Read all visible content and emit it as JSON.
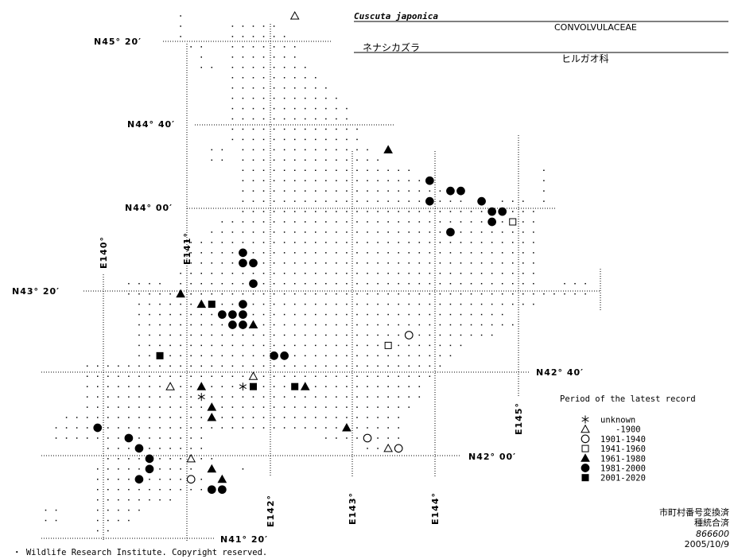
{
  "title": {
    "scientific_name": "Cuscuta japonica",
    "family": "CONVOLVULACEAE",
    "japanese_name": "ネナシカズラ",
    "japanese_family": "ヒルガオ科"
  },
  "latitude_labels": [
    "N45° 20′",
    "N44° 40′",
    "N44° 00′",
    "N43° 20′",
    "N42° 40′",
    "N42° 00′",
    "N41° 20′"
  ],
  "longitude_labels": [
    "E140°",
    "E141°",
    "E142°",
    "E143°",
    "E144°",
    "E145°"
  ],
  "legend": {
    "title": "Period of the latest record",
    "items": [
      {
        "symbol": "asterisk",
        "label": "unknown"
      },
      {
        "symbol": "open-triangle",
        "label": "-1900"
      },
      {
        "symbol": "open-circle",
        "label": "1901-1940"
      },
      {
        "symbol": "open-square",
        "label": "1941-1960"
      },
      {
        "symbol": "filled-triangle",
        "label": "1961-1980"
      },
      {
        "symbol": "filled-circle",
        "label": "1981-2000"
      },
      {
        "symbol": "filled-square",
        "label": "2001-2020"
      }
    ]
  },
  "stamp": {
    "line1": "市町村番号変換済",
    "line2": "種統合済",
    "code": "866600",
    "date": "2005/10/9"
  },
  "copyright": "・ Wildlife Research Institute. Copyright reserved.",
  "records": [
    {
      "symbol": "open-triangle",
      "grid": [
        24,
        0
      ]
    },
    {
      "symbol": "filled-triangle",
      "grid": [
        33,
        13
      ]
    },
    {
      "symbol": "filled-circle",
      "grid": [
        37,
        16
      ]
    },
    {
      "symbol": "filled-circle",
      "grid": [
        39,
        17
      ]
    },
    {
      "symbol": "filled-circle",
      "grid": [
        40,
        17
      ]
    },
    {
      "symbol": "filled-circle",
      "grid": [
        37,
        18
      ]
    },
    {
      "symbol": "filled-circle",
      "grid": [
        42,
        18
      ]
    },
    {
      "symbol": "filled-circle",
      "grid": [
        43,
        19
      ]
    },
    {
      "symbol": "filled-circle",
      "grid": [
        44,
        19
      ]
    },
    {
      "symbol": "filled-circle",
      "grid": [
        43,
        20
      ]
    },
    {
      "symbol": "open-square",
      "grid": [
        45,
        20
      ]
    },
    {
      "symbol": "filled-circle",
      "grid": [
        39,
        21
      ]
    },
    {
      "symbol": "filled-circle",
      "grid": [
        19,
        23
      ]
    },
    {
      "symbol": "filled-circle",
      "grid": [
        19,
        24
      ]
    },
    {
      "symbol": "filled-circle",
      "grid": [
        20,
        24
      ]
    },
    {
      "symbol": "filled-circle",
      "grid": [
        20,
        26
      ]
    },
    {
      "symbol": "filled-triangle",
      "grid": [
        13,
        27
      ]
    },
    {
      "symbol": "filled-triangle",
      "grid": [
        15,
        28
      ]
    },
    {
      "symbol": "filled-square",
      "grid": [
        16,
        28
      ]
    },
    {
      "symbol": "filled-circle",
      "grid": [
        19,
        28
      ]
    },
    {
      "symbol": "filled-circle",
      "grid": [
        17,
        29
      ]
    },
    {
      "symbol": "filled-circle",
      "grid": [
        18,
        29
      ]
    },
    {
      "symbol": "filled-circle",
      "grid": [
        19,
        29
      ]
    },
    {
      "symbol": "filled-circle",
      "grid": [
        18,
        30
      ]
    },
    {
      "symbol": "filled-circle",
      "grid": [
        19,
        30
      ]
    },
    {
      "symbol": "filled-triangle",
      "grid": [
        20,
        30
      ]
    },
    {
      "symbol": "open-circle",
      "grid": [
        35,
        31
      ]
    },
    {
      "symbol": "open-square",
      "grid": [
        33,
        32
      ]
    },
    {
      "symbol": "filled-square",
      "grid": [
        11,
        33
      ]
    },
    {
      "symbol": "filled-circle",
      "grid": [
        22,
        33
      ]
    },
    {
      "symbol": "filled-circle",
      "grid": [
        23,
        33
      ]
    },
    {
      "symbol": "open-triangle",
      "grid": [
        20,
        35
      ]
    },
    {
      "symbol": "open-triangle",
      "grid": [
        12,
        36
      ]
    },
    {
      "symbol": "filled-triangle",
      "grid": [
        15,
        36
      ]
    },
    {
      "symbol": "asterisk",
      "grid": [
        19,
        36
      ]
    },
    {
      "symbol": "filled-square",
      "grid": [
        20,
        36
      ]
    },
    {
      "symbol": "filled-square",
      "grid": [
        24,
        36
      ]
    },
    {
      "symbol": "filled-triangle",
      "grid": [
        25,
        36
      ]
    },
    {
      "symbol": "asterisk",
      "grid": [
        15,
        37
      ]
    },
    {
      "symbol": "filled-triangle",
      "grid": [
        16,
        38
      ]
    },
    {
      "symbol": "filled-triangle",
      "grid": [
        16,
        39
      ]
    },
    {
      "symbol": "filled-triangle",
      "grid": [
        29,
        40
      ]
    },
    {
      "symbol": "filled-circle",
      "grid": [
        5,
        40
      ]
    },
    {
      "symbol": "filled-circle",
      "grid": [
        8,
        41
      ]
    },
    {
      "symbol": "open-circle",
      "grid": [
        31,
        41
      ]
    },
    {
      "symbol": "open-triangle",
      "grid": [
        33,
        42
      ]
    },
    {
      "symbol": "open-circle",
      "grid": [
        34,
        42
      ]
    },
    {
      "symbol": "filled-circle",
      "grid": [
        9,
        42
      ]
    },
    {
      "symbol": "filled-circle",
      "grid": [
        10,
        43
      ]
    },
    {
      "symbol": "open-triangle",
      "grid": [
        14,
        43
      ]
    },
    {
      "symbol": "filled-circle",
      "grid": [
        10,
        44
      ]
    },
    {
      "symbol": "filled-triangle",
      "grid": [
        16,
        44
      ]
    },
    {
      "symbol": "filled-circle",
      "grid": [
        9,
        45
      ]
    },
    {
      "symbol": "open-circle",
      "grid": [
        14,
        45
      ]
    },
    {
      "symbol": "filled-triangle",
      "grid": [
        17,
        45
      ]
    },
    {
      "symbol": "filled-circle",
      "grid": [
        16,
        46
      ]
    },
    {
      "symbol": "filled-circle",
      "grid": [
        17,
        46
      ]
    }
  ]
}
